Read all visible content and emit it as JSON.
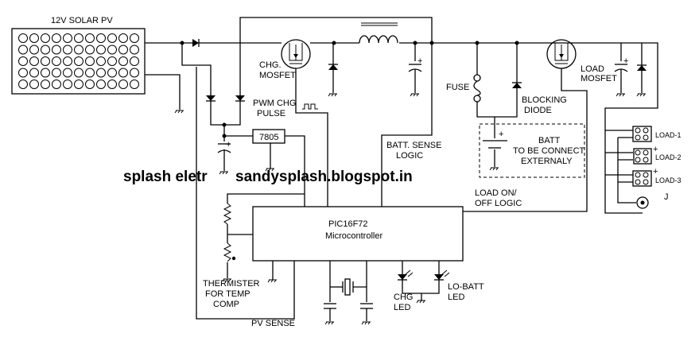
{
  "title": "",
  "watermark": {
    "left": "splash eletr",
    "right": "sandysplash.blogspot.in"
  },
  "components": {
    "solar_panel": "12V SOLAR PV",
    "chg_mosfet": [
      "CHG.",
      "MOSFET"
    ],
    "pwm": [
      "PWM CHG",
      "PULSE"
    ],
    "regulator": "7805",
    "fuse": "FUSE",
    "blocking_diode": [
      "BLOCKING",
      "DIODE"
    ],
    "load_mosfet": [
      "LOAD",
      "MOSFET"
    ],
    "battery": [
      "BATT",
      "TO BE CONNECT",
      "EXTERNALY"
    ],
    "batt_sense": [
      "BATT. SENSE",
      "LOGIC"
    ],
    "load_logic": [
      "LOAD ON/",
      "OFF LOGIC"
    ],
    "mcu": [
      "PIC16F72",
      "Microcontroller"
    ],
    "thermister": [
      "THERMISTER",
      "FOR TEMP",
      "COMP"
    ],
    "pv_sense": "PV SENSE",
    "chg_led": [
      "CHG",
      "LED"
    ],
    "lobatt_led": [
      "LO-BATT",
      "LED"
    ],
    "loads": [
      "LOAD-1",
      "LOAD-2",
      "LOAD-3"
    ],
    "jack": "J",
    "polarity": [
      "+",
      "-"
    ]
  }
}
